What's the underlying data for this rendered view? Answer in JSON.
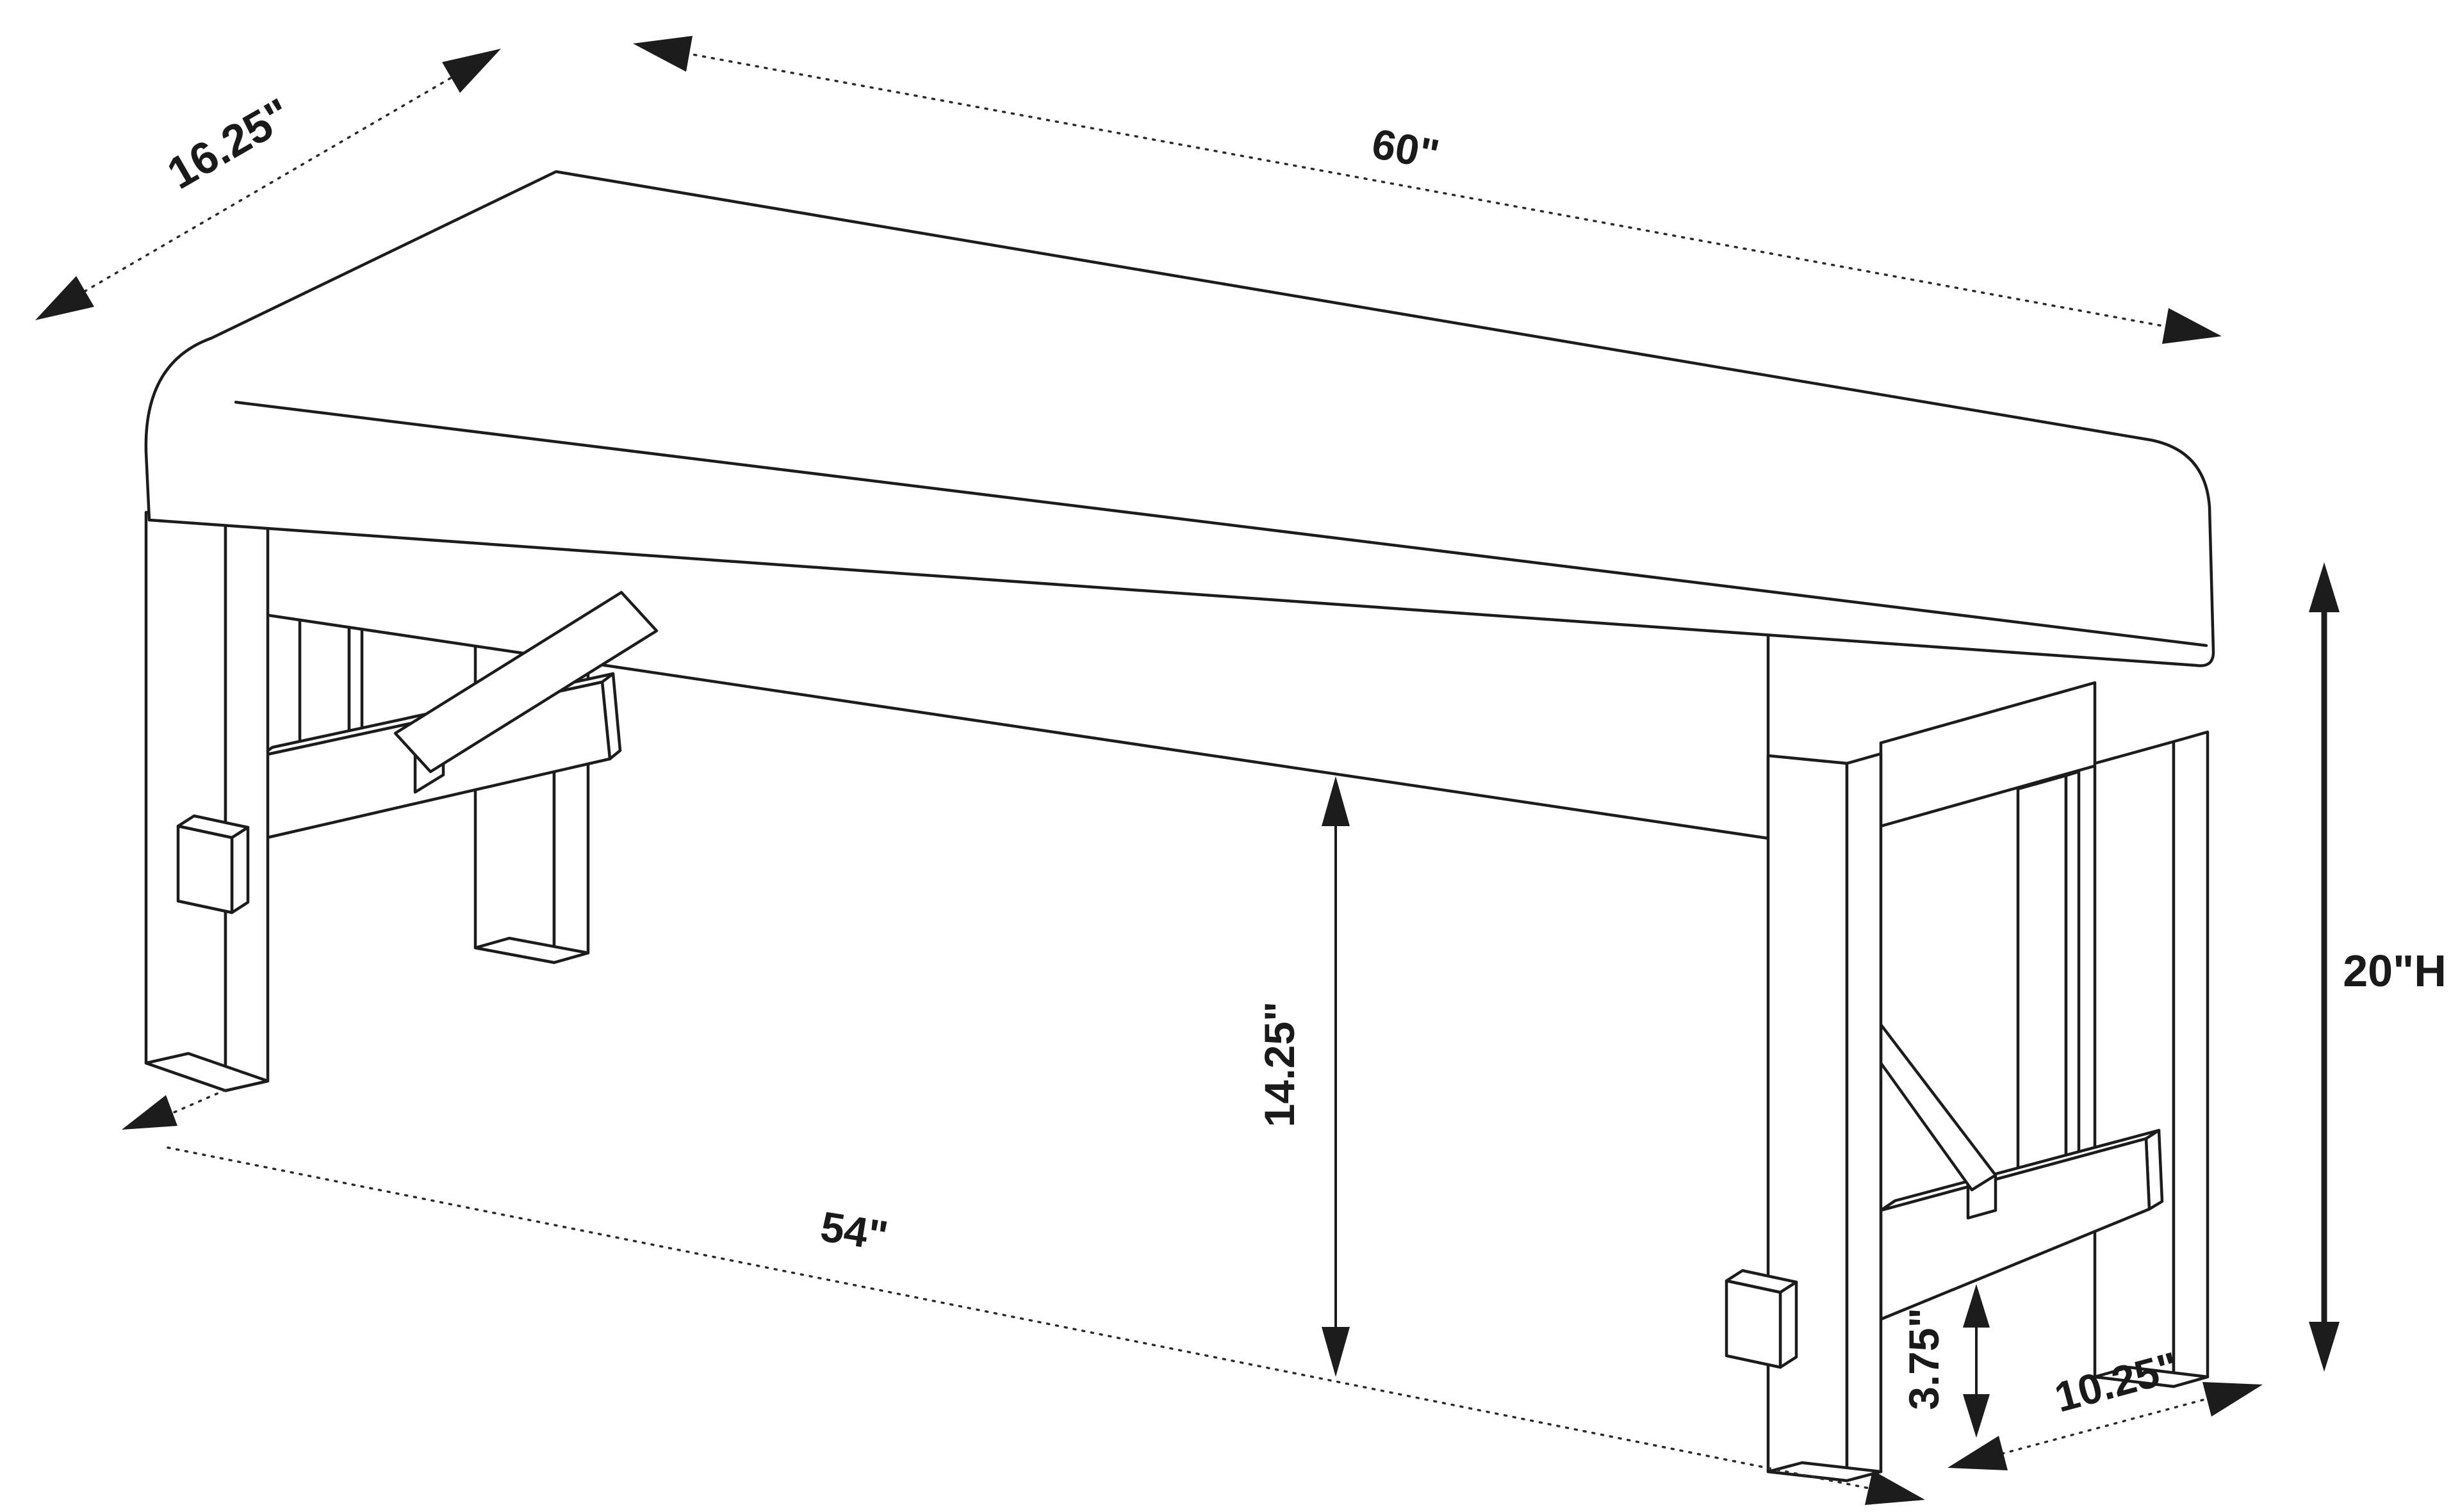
{
  "page": {
    "background": "#ffffff",
    "description": "Line drawing of an upholstered dining bench with dimension callouts"
  },
  "diagram": {
    "type": "isometric-furniture-dimension-drawing",
    "line_color": "#1c1c1c",
    "dimensions": {
      "seat_depth": {
        "label": "16.25\""
      },
      "seat_length": {
        "label": "60\""
      },
      "front_leg_span": {
        "label": "54\""
      },
      "underside_clearance": {
        "label": "14.25\""
      },
      "overall_height": {
        "label": "20\"H"
      },
      "stretcher_floor_gap": {
        "label": "3.75\""
      },
      "end_leg_span": {
        "label": "10.25\""
      }
    }
  }
}
